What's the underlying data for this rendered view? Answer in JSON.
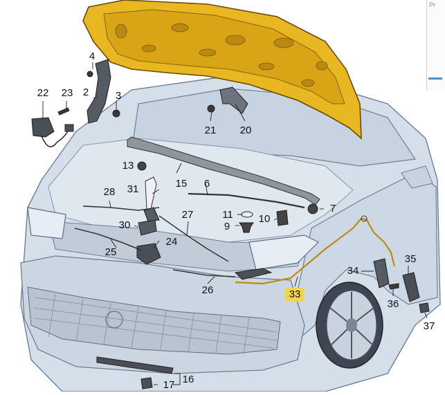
{
  "viewer": {
    "corner_text": "Pr"
  },
  "colors": {
    "hood": "#e8b722",
    "hood_dark": "#b98910",
    "car_body": "#d5dfea",
    "car_line": "#6e7f92",
    "highlight": "#f2d44e",
    "part": "#3a3a3a"
  },
  "callouts": [
    {
      "id": "c2",
      "text": "2"
    },
    {
      "id": "c3",
      "text": "3"
    },
    {
      "id": "c4",
      "text": "4"
    },
    {
      "id": "c6",
      "text": "6"
    },
    {
      "id": "c7",
      "text": "7"
    },
    {
      "id": "c9",
      "text": "9"
    },
    {
      "id": "c10",
      "text": "10"
    },
    {
      "id": "c11",
      "text": "11"
    },
    {
      "id": "c13",
      "text": "13"
    },
    {
      "id": "c15",
      "text": "15"
    },
    {
      "id": "c16",
      "text": "16"
    },
    {
      "id": "c17",
      "text": "17"
    },
    {
      "id": "c20",
      "text": "20"
    },
    {
      "id": "c21",
      "text": "21"
    },
    {
      "id": "c22",
      "text": "22"
    },
    {
      "id": "c23",
      "text": "23"
    },
    {
      "id": "c24",
      "text": "24"
    },
    {
      "id": "c25",
      "text": "25"
    },
    {
      "id": "c26",
      "text": "26"
    },
    {
      "id": "c27",
      "text": "27"
    },
    {
      "id": "c28",
      "text": "28"
    },
    {
      "id": "c30",
      "text": "30"
    },
    {
      "id": "c31",
      "text": "31"
    },
    {
      "id": "c33",
      "text": "33",
      "highlighted": true
    },
    {
      "id": "c34",
      "text": "34"
    },
    {
      "id": "c35",
      "text": "35"
    },
    {
      "id": "c36",
      "text": "36"
    },
    {
      "id": "c37",
      "text": "37"
    }
  ]
}
